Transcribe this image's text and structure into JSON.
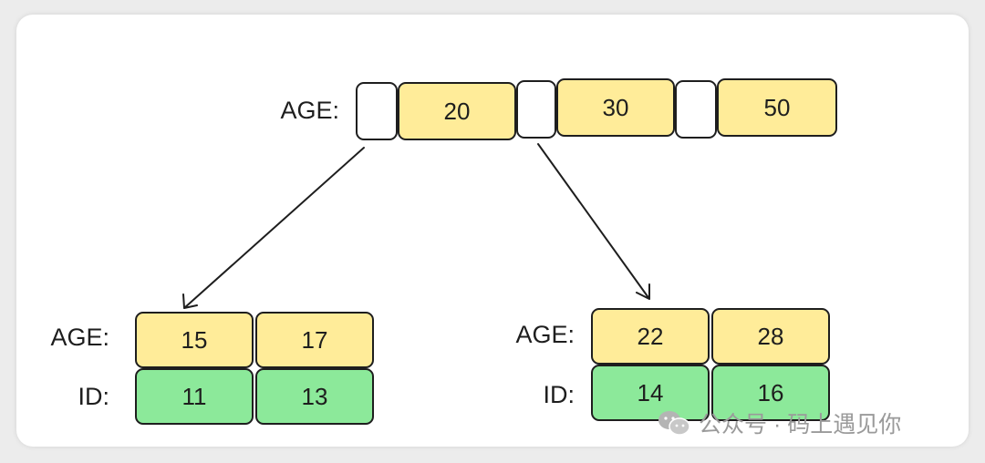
{
  "root": {
    "label": "AGE:",
    "keys": [
      "20",
      "30",
      "50"
    ]
  },
  "left_leaf": {
    "age_label": "AGE:",
    "id_label": "ID:",
    "ages": [
      "15",
      "17"
    ],
    "ids": [
      "11",
      "13"
    ]
  },
  "right_leaf": {
    "age_label": "AGE:",
    "id_label": "ID:",
    "ages": [
      "22",
      "28"
    ],
    "ids": [
      "14",
      "16"
    ]
  },
  "watermark": {
    "text": "公众号 · 码上遇见你",
    "icon": "wechat-icon"
  },
  "colors": {
    "key_fill": "#ffec99",
    "id_fill": "#8ce99a",
    "pointer_fill": "#ffffff",
    "stroke": "#1e1e1e"
  }
}
